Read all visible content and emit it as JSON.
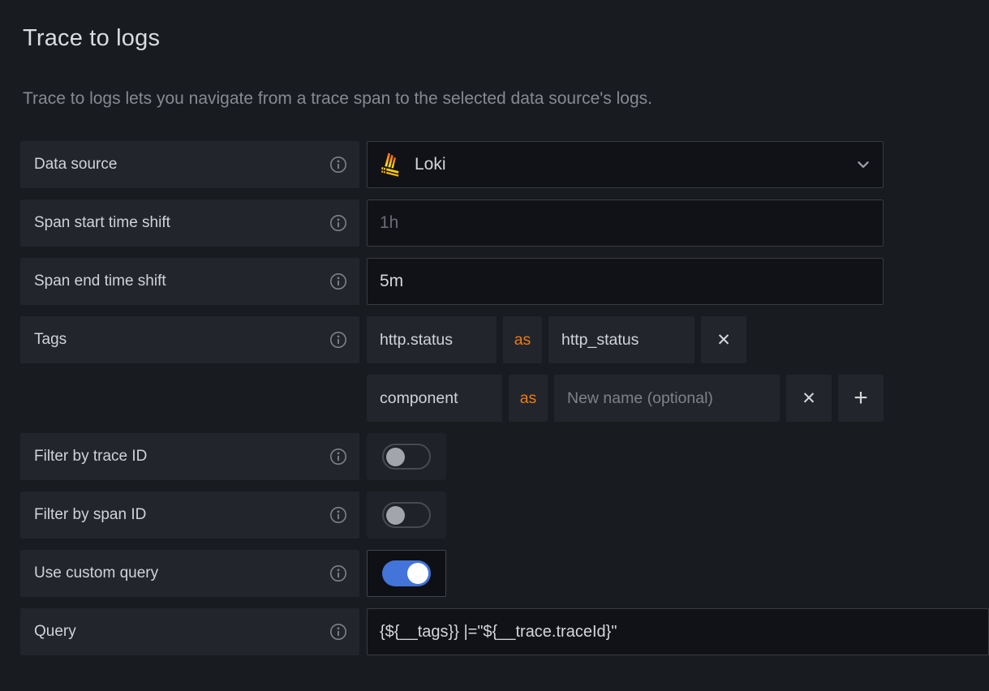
{
  "header": {
    "title": "Trace to logs",
    "description": "Trace to logs lets you navigate from a trace span to the selected data source's logs."
  },
  "rows": {
    "data_source": {
      "label": "Data source",
      "selected": "Loki"
    },
    "span_start": {
      "label": "Span start time shift",
      "placeholder": "1h"
    },
    "span_end": {
      "label": "Span end time shift",
      "value": "5m"
    },
    "tags": {
      "label": "Tags",
      "as_keyword": "as",
      "pairs": [
        {
          "key": "http.status",
          "value": "http_status"
        },
        {
          "key": "component",
          "value": "",
          "value_placeholder": "New name (optional)"
        }
      ],
      "remove_icon": "✕",
      "add_icon": "+"
    },
    "filter_trace": {
      "label": "Filter by trace ID",
      "state": "off"
    },
    "filter_span": {
      "label": "Filter by span ID",
      "state": "off"
    },
    "custom_query": {
      "label": "Use custom query",
      "state": "on"
    },
    "query": {
      "label": "Query",
      "value": "{${__tags}} |=\"${__trace.traceId}\""
    }
  },
  "colors": {
    "accent_orange": "#eb7b18",
    "toggle_on_blue": "#4274d9",
    "loki_orange": "#f15b2b",
    "loki_yellow": "#fbca0a"
  }
}
